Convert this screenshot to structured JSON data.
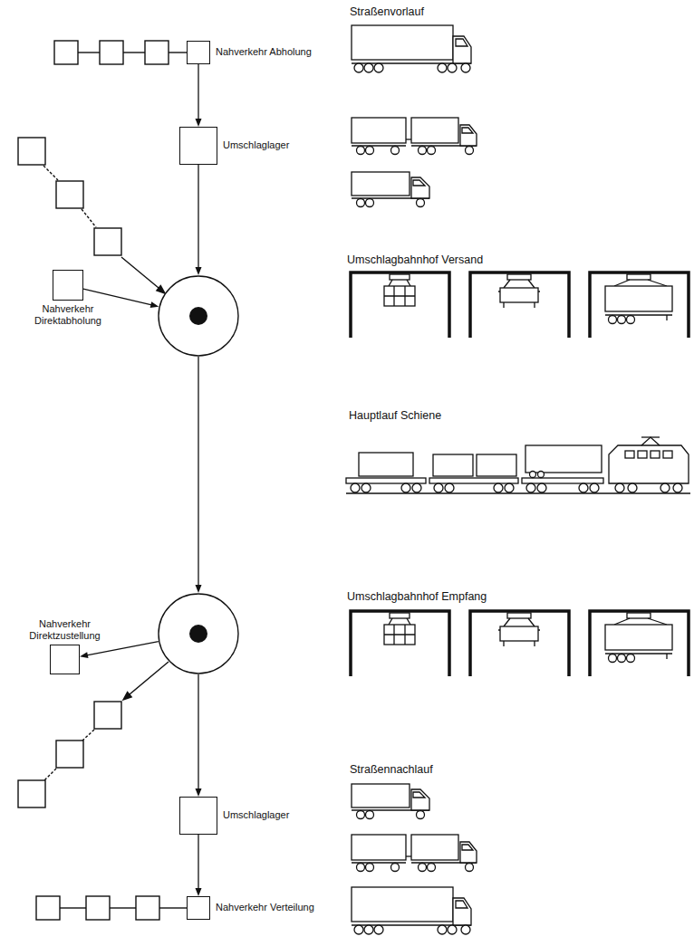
{
  "diagram": {
    "nodes": [
      {
        "text": [
          "Nahverkehr Abholung"
        ]
      },
      {
        "text": [
          "Umschlaglager"
        ]
      },
      {
        "text": [
          "Nahverkehr Direktabholung"
        ]
      },
      {
        "text": []
      },
      {
        "text": [
          "Nahverkehr Direktzustellung"
        ]
      },
      {
        "text": []
      },
      {
        "text": [
          "Umschlaglager"
        ]
      },
      {
        "text": [
          "Nahverkehr Verteilung"
        ]
      }
    ],
    "edges": [
      {
        "from": 0,
        "to": 1,
        "arrow": "to"
      },
      {
        "from": 1,
        "to": 3,
        "arrow": "to"
      },
      {
        "from": 2,
        "to": 3,
        "arrow": "to"
      },
      {
        "from": 3,
        "to": 5,
        "arrow": "to"
      },
      {
        "from": 5,
        "to": 4,
        "arrow": "to"
      },
      {
        "from": 5,
        "to": 6,
        "arrow": "to"
      },
      {
        "from": 6,
        "to": 7,
        "arrow": "to"
      }
    ],
    "labels": [
      "Straßenvorlauf",
      "Umschlagbahnhof Versand",
      "Hauptlauf Schiene",
      "Umschlagbahnhof Empfang",
      "Straßennachlauf"
    ]
  }
}
